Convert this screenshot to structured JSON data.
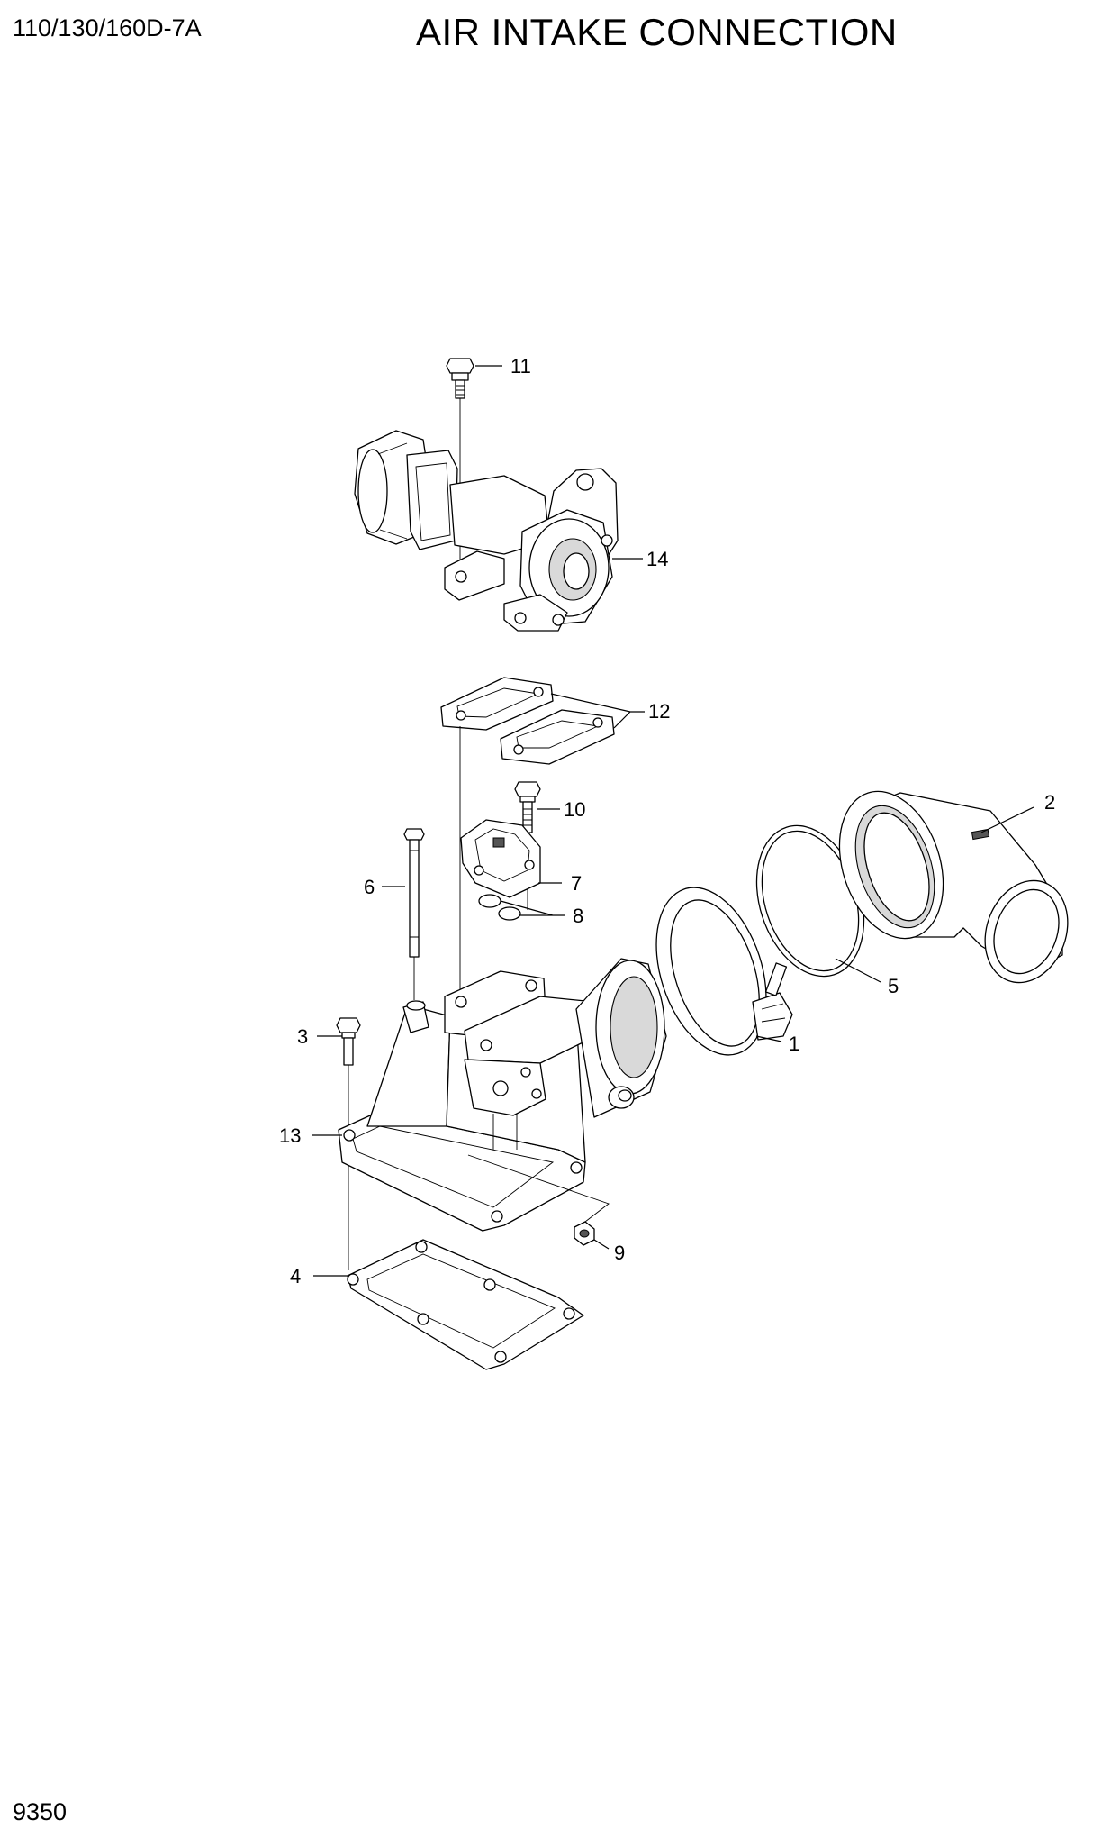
{
  "header": {
    "model": "110/130/160D-7A",
    "title": "AIR INTAKE CONNECTION"
  },
  "footer": {
    "page_number": "9350"
  },
  "callouts": {
    "c1": "1",
    "c2": "2",
    "c3": "3",
    "c4": "4",
    "c5": "5",
    "c6": "6",
    "c7": "7",
    "c8": "8",
    "c9": "9",
    "c10": "10",
    "c11": "11",
    "c12": "12",
    "c13": "13",
    "c14": "14"
  }
}
